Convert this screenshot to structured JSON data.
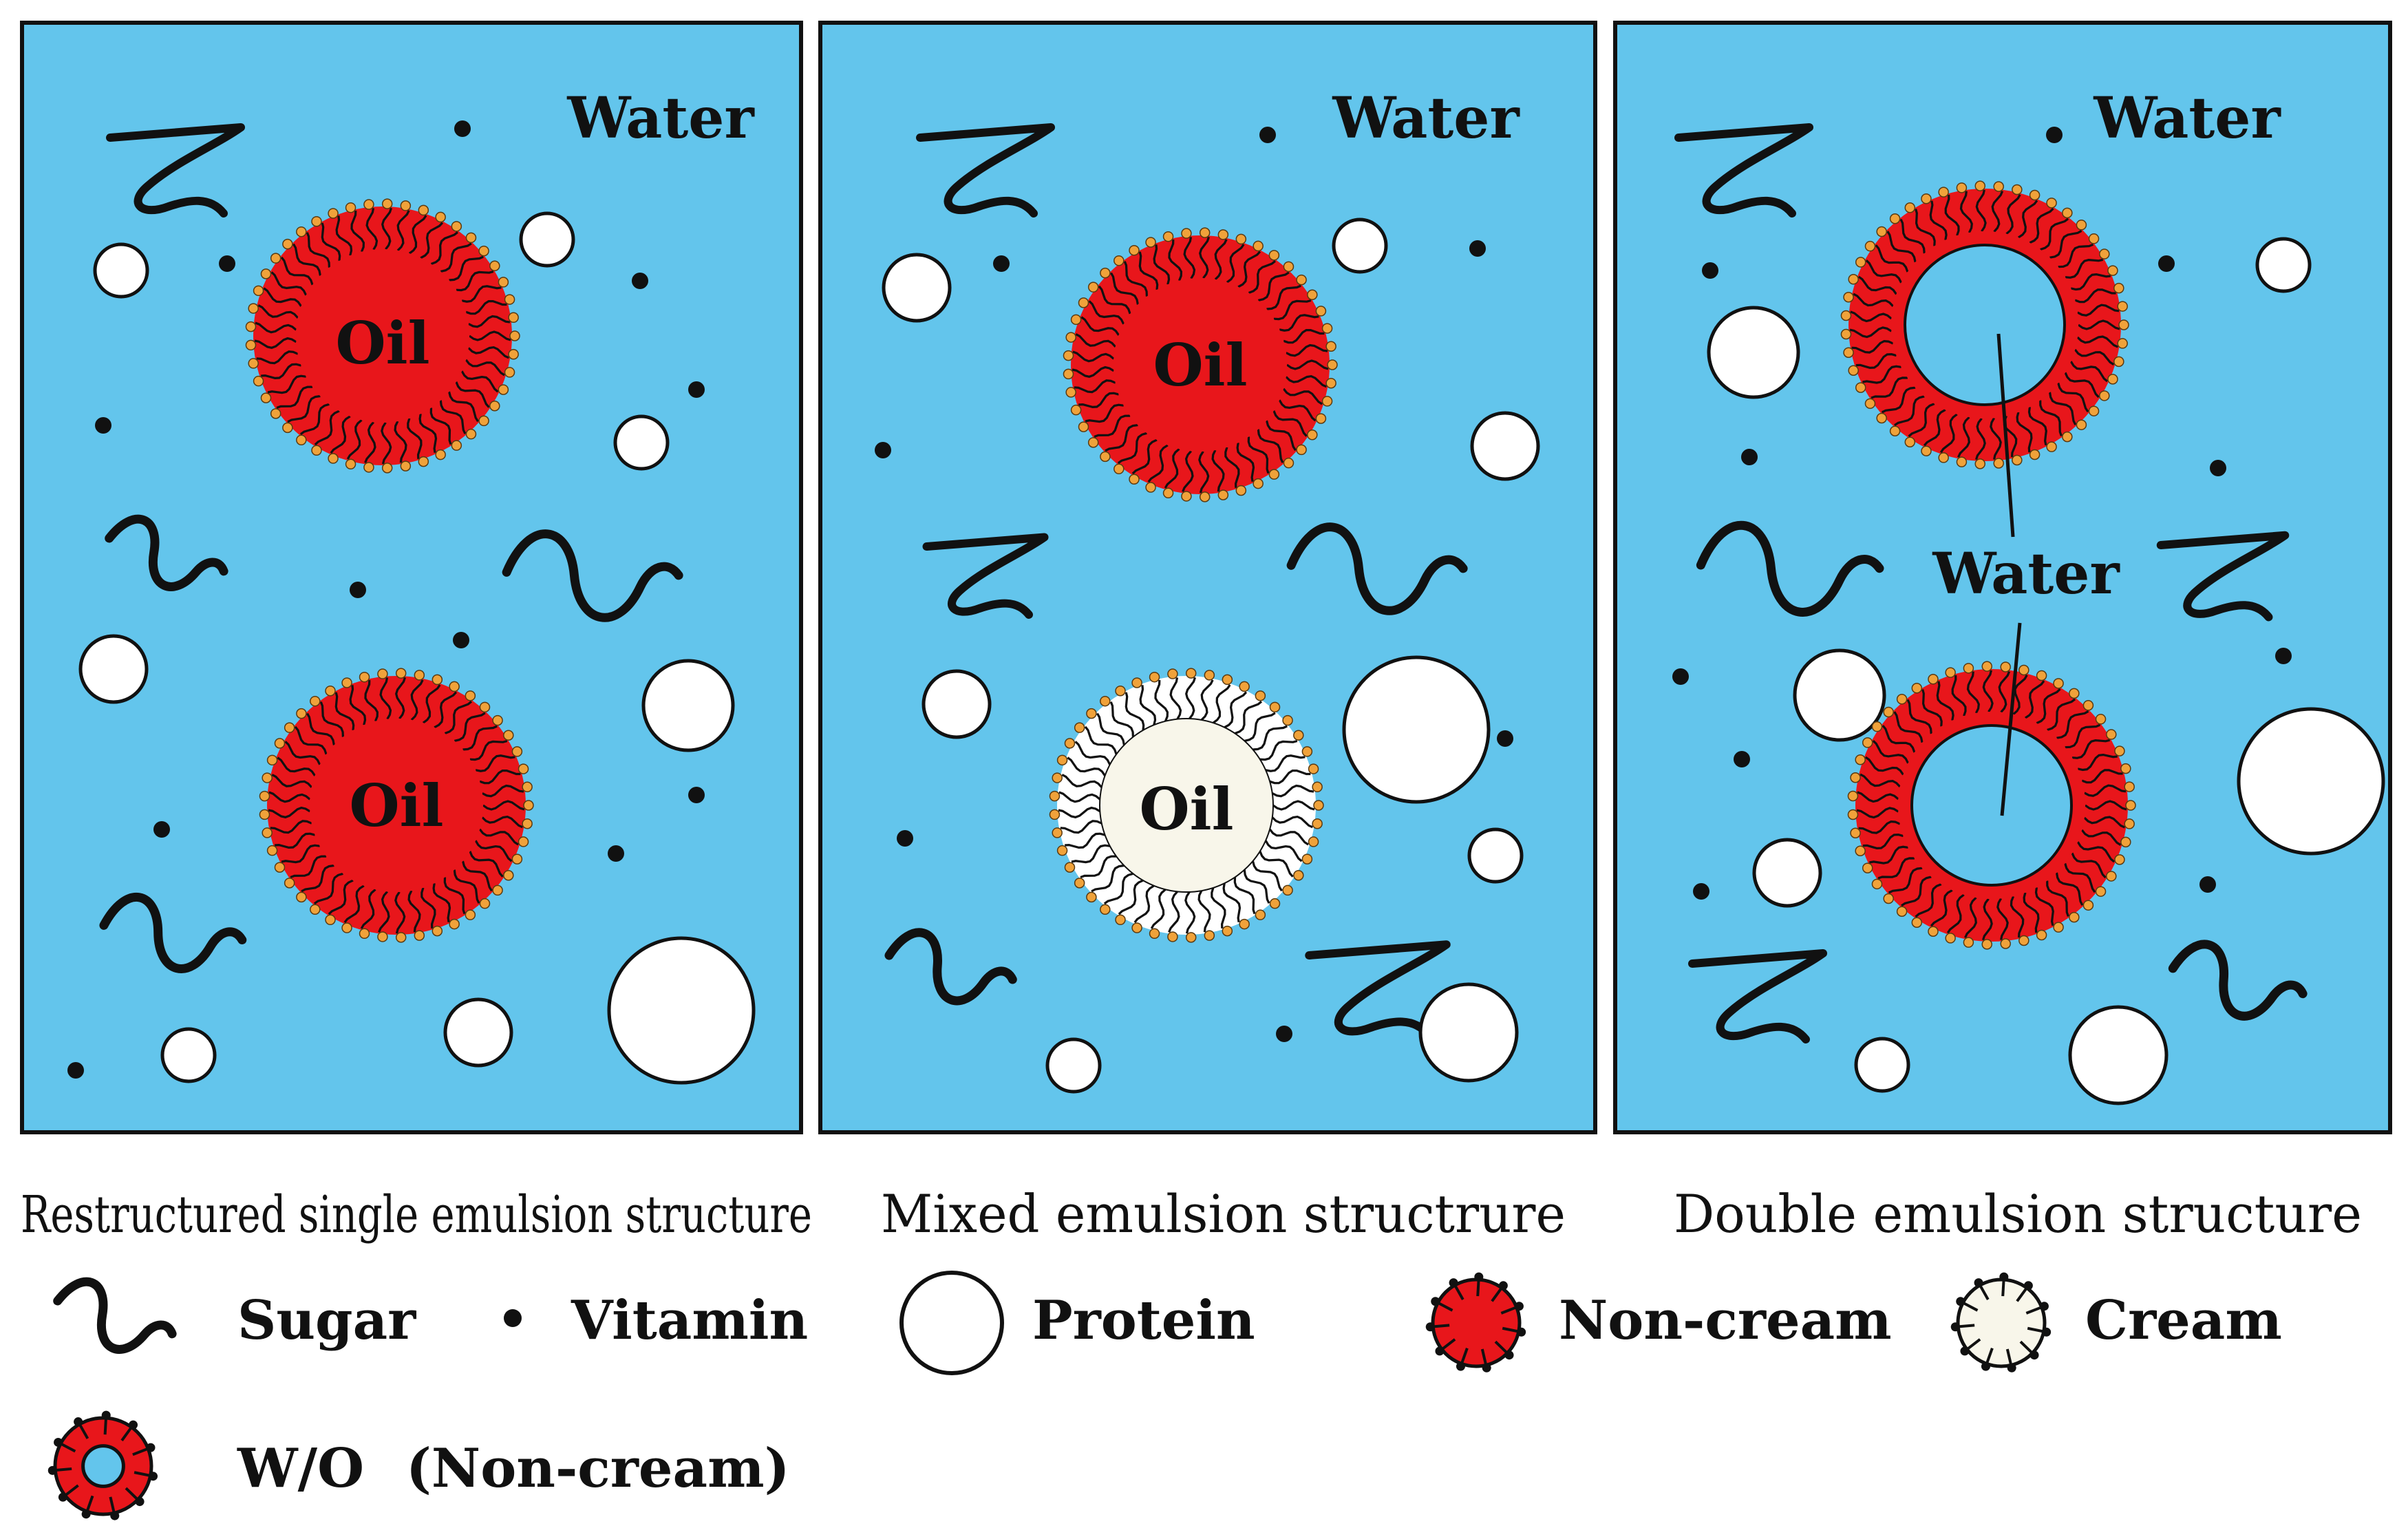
{
  "panels": [
    {
      "water_label": "Water",
      "caption": "Restructured single emulsion structure",
      "droplets": [
        {
          "kind": "oil",
          "label": "Oil",
          "style": "non-cream"
        },
        {
          "kind": "oil",
          "label": "Oil",
          "style": "non-cream"
        }
      ]
    },
    {
      "water_label": "Water",
      "caption": "Mixed emulsion structrure",
      "droplets": [
        {
          "kind": "oil",
          "label": "Oil",
          "style": "non-cream"
        },
        {
          "kind": "oil",
          "label": "Oil",
          "style": "cream"
        }
      ]
    },
    {
      "water_label": "Water",
      "caption": "Double emulsion structure",
      "inner_water_label": "Water",
      "droplets": [
        {
          "kind": "w/o",
          "style": "non-cream"
        },
        {
          "kind": "w/o",
          "style": "non-cream"
        }
      ]
    }
  ],
  "legend": {
    "sugar": "Sugar",
    "vitamin": "Vitamin",
    "protein": "Protein",
    "non_cream": "Non-cream",
    "cream": "Cream",
    "wo": "W/O",
    "wo_note": "(Non-cream)"
  },
  "colors": {
    "water": "#63c5ec",
    "oil_red": "#e8161b",
    "cream": "#f8f6ea",
    "head_orange": "#f0a23a",
    "outline": "#111111"
  }
}
